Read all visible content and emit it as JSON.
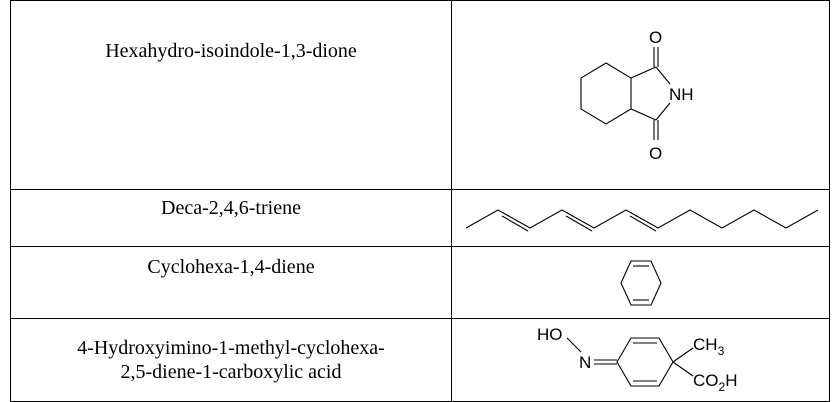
{
  "rows": [
    {
      "name": "Hexahydro-isoindole-1,3-dione",
      "structure_labels": {
        "o_top": "O",
        "nh": "NH",
        "o_bottom": "O"
      }
    },
    {
      "name": "Deca-2,4,6-triene"
    },
    {
      "name": "Cyclohexa-1,4-diene"
    },
    {
      "name_line1": "4-Hydroxyimino-1-methyl-cyclohexa-",
      "name_line2": "2,5-diene-1-carboxylic acid",
      "structure_labels": {
        "ho": "HO",
        "n": "N",
        "ch": "CH",
        "ch_sub": "3",
        "co": "CO",
        "co_sub": "2",
        "h": "H"
      }
    }
  ]
}
